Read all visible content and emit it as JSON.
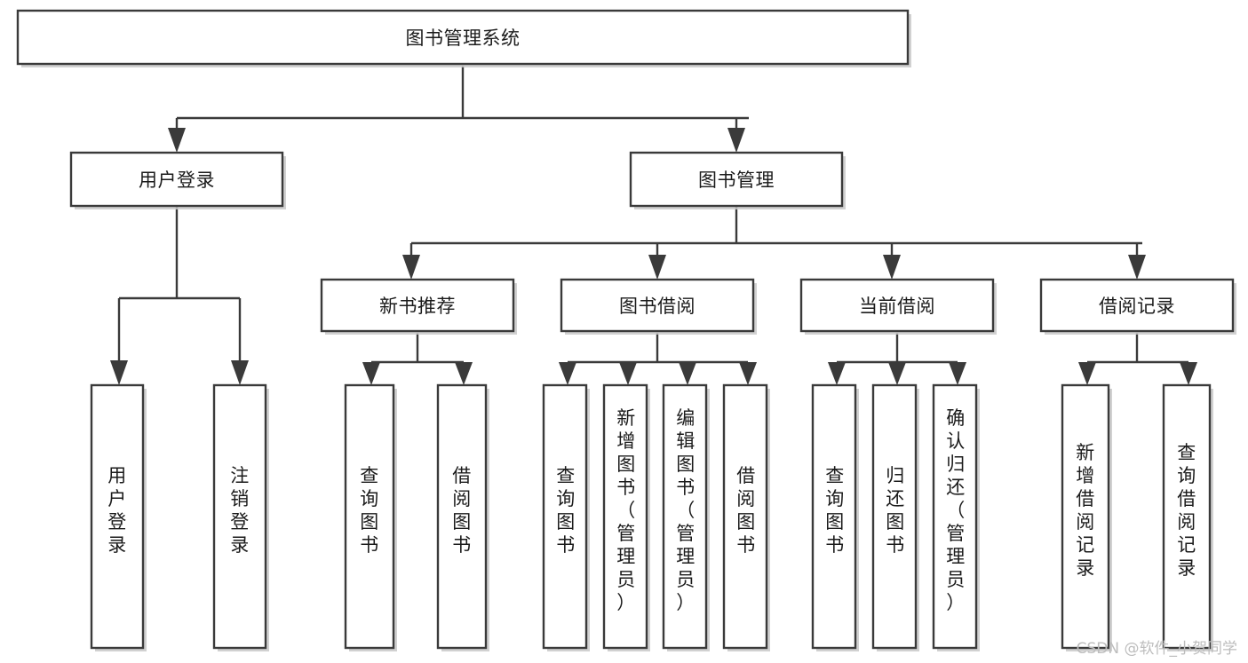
{
  "diagram": {
    "type": "tree-hierarchy-chart",
    "title": "图书管理系统",
    "watermark": "CSDN @软件_小贺同学",
    "colors": {
      "box_stroke": "#3a3a3a",
      "box_fill": "#ffffff",
      "text": "#1b1b1b",
      "shadow": "#c9c9c9",
      "watermark": "#bdbdbd"
    },
    "root": {
      "label": "图书管理系统",
      "level": 0
    },
    "level2": [
      {
        "label": "用户登录"
      },
      {
        "label": "图书管理"
      }
    ],
    "level3": [
      {
        "label": "新书推荐"
      },
      {
        "label": "图书借阅"
      },
      {
        "label": "当前借阅"
      },
      {
        "label": "借阅记录"
      }
    ],
    "leaves": {
      "user_login": [
        {
          "label": "用户登录"
        },
        {
          "label": "注销登录"
        }
      ],
      "new_book_recommend": [
        {
          "label": "查询图书"
        },
        {
          "label": "借阅图书"
        }
      ],
      "book_borrow": [
        {
          "label": "查询图书"
        },
        {
          "label": "新增图书（管理员）"
        },
        {
          "label": "编辑图书（管理员）"
        },
        {
          "label": "借阅图书"
        }
      ],
      "current_borrow": [
        {
          "label": "查询图书"
        },
        {
          "label": "归还图书"
        },
        {
          "label": "确认归还（管理员）"
        }
      ],
      "borrow_record": [
        {
          "label": "新增借阅记录"
        },
        {
          "label": "查询借阅记录"
        }
      ]
    }
  }
}
